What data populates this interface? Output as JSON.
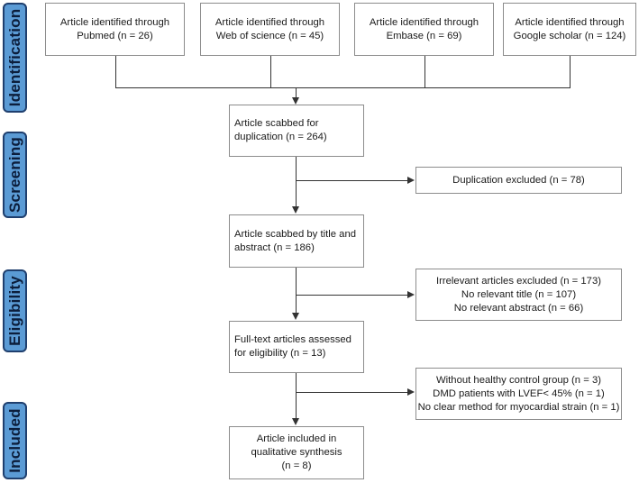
{
  "phases": {
    "identification": "Identification",
    "screening": "Screening",
    "eligibility": "Eligibility",
    "included": "Included"
  },
  "sources": [
    {
      "line1": "Article identified through",
      "line2": "Pubmed (n = 26)"
    },
    {
      "line1": "Article identified through",
      "line2": "Web of science (n = 45)"
    },
    {
      "line1": "Article identified through",
      "line2": "Embase (n = 69)"
    },
    {
      "line1": "Article identified through",
      "line2": "Google scholar (n = 124)"
    }
  ],
  "scabbed_duplication": {
    "line1": "Article scabbed for",
    "line2": "duplication (n = 264)"
  },
  "duplication_excluded": "Duplication  excluded (n = 78)",
  "scabbed_title": {
    "line1": "Article scabbed by title and",
    "line2": "abstract (n = 186)"
  },
  "irrelevant_excluded": {
    "line1": "Irrelevant articles excluded (n = 173)",
    "line2": "No relevant title (n = 107)",
    "line3": "No relevant abstract (n = 66)"
  },
  "fulltext": {
    "line1": "Full-text articles assessed",
    "line2": "for eligibility (n = 13)"
  },
  "fulltext_excluded": {
    "line1": "Without healthy control group (n = 3)",
    "line2": "DMD patients with LVEF< 45% (n = 1)",
    "line3": "No clear method for myocardial strain (n = 1)"
  },
  "included_box": {
    "line1": "Article included in",
    "line2": "qualitative synthesis",
    "line3": "(n = 8)"
  }
}
